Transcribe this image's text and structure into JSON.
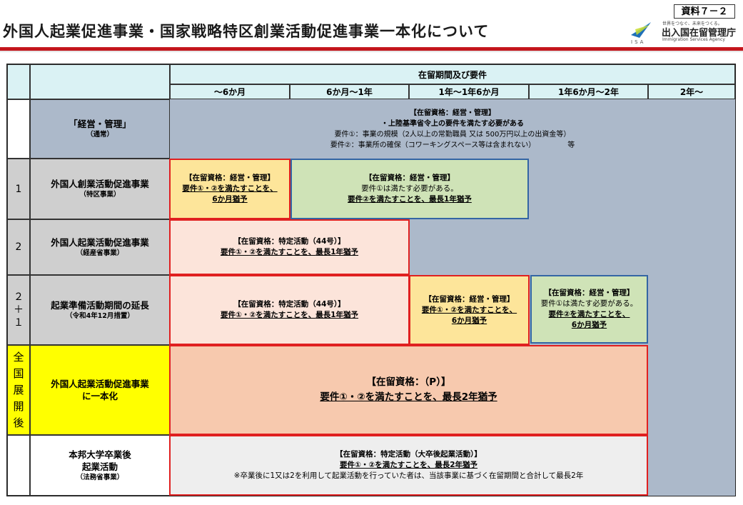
{
  "header": {
    "title": "外国人起業促進事業・国家戦略特区創業活動促進事業一本化について",
    "doc_no": "資料７－２",
    "agency_tagline": "世界をつなぐ、未来をつくる。",
    "agency_ja": "出入国在留管理庁",
    "agency_en": "Immigration Services Agency",
    "agency_abbr": "ISA",
    "colors": {
      "accent_red": "#c4161c",
      "header_aqua": "#daf2f4",
      "band_slate": "#acb9ca",
      "highlight_yellow": "#ffff00"
    }
  },
  "table": {
    "period_header": "在留期間及び要件",
    "columns": [
      "～6か月",
      "6か月～1年",
      "1年～1年6か月",
      "1年6か月～2年",
      "2年～"
    ],
    "base_row": {
      "name": "「経営・管理」",
      "sub": "（通常）",
      "line1": "【在留資格：経営・管理】",
      "line2": "・上陸基準省令上の要件を満たす必要がある",
      "line3": "要件①：事業の規模（2人以上の常勤職員 又は 500万円以上の出資金等）",
      "line4": "要件②：事業所の確保（コワーキングスペース等は含まれない）　　　　　等"
    },
    "rows": [
      {
        "num": "1",
        "name": "外国人創業活動促進事業",
        "sub": "（特区事業）",
        "boxes": [
          {
            "l1": "【在留資格：経営・管理】",
            "l2": "要件①・②を満たすことを、",
            "l3": "6か月猶予"
          },
          {
            "l1": "【在留資格：経営・管理】",
            "l2": "要件①は満たす必要がある。",
            "l3a": "要件②を満たすことを、",
            "l3b": "最長1年猶予"
          }
        ]
      },
      {
        "num": "2",
        "name": "外国人起業活動促進事業",
        "sub": "（経産省事業）",
        "boxes": [
          {
            "l1": "【在留資格：特定活動（44号）】",
            "l2a": "要件①・②を満たすことを、",
            "l2b": "最長1年猶予"
          }
        ]
      },
      {
        "num_chars": [
          "２",
          "＋",
          "１"
        ],
        "name": "起業準備活動期間の延長",
        "sub": "（令和4年12月措置）",
        "boxes": [
          {
            "l1": "【在留資格：特定活動（44号）】",
            "l2a": "要件①・②を満たすことを、",
            "l2b": "最長1年猶予"
          },
          {
            "l1": "【在留資格：経営・管理】",
            "l2": "要件①・②を満たすことを、",
            "l3": "6か月猶予"
          },
          {
            "l1": "【在留資格：経営・管理】",
            "l2": "要件①は満たす必要がある。",
            "l3": "要件②を満たすことを、",
            "l4": "6か月猶予"
          }
        ]
      },
      {
        "side_chars": [
          "全",
          "国",
          "展",
          "開",
          "後"
        ],
        "name1": "外国人起業活動促進事業",
        "name2": "に一本化",
        "box": {
          "l1": "【在留資格：（P）】",
          "l2a": "要件①・②を満たすことを、",
          "l2b": "最長2年猶予"
        }
      },
      {
        "name1": "本邦大学卒業後",
        "name2": "起業活動",
        "sub": "（法務省事業）",
        "box": {
          "l1": "【在留資格：特定活動（大卒後起業活動）】",
          "l2a": "要件①・②を満たすことを、",
          "l2b": "最長2年猶予",
          "l3": "※卒業後に1又は2を利用して起業活動を行っていた者は、当該事業に基づく在留期間と合計して最長2年"
        }
      }
    ]
  }
}
